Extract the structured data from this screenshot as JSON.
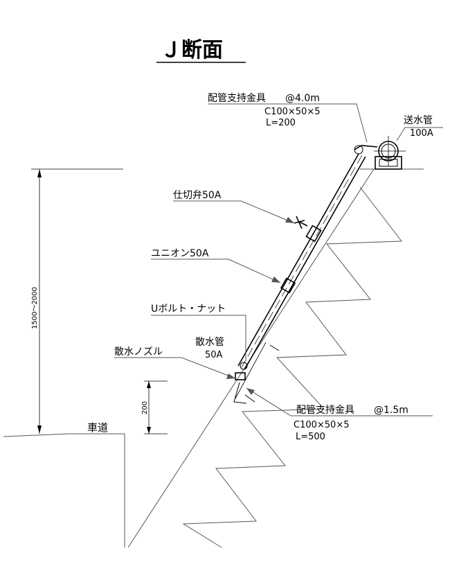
{
  "title": "Ｊ断面",
  "labels": {
    "support_top": "配管支持金具　　@4.0m",
    "support_top_spec1": "C100×50×5",
    "support_top_spec2": "L=200",
    "water_main": "送水管",
    "water_main_size": "100A",
    "gate_valve": "仕切弁50A",
    "union": "ユニオン50A",
    "ubolt": "Uボルト・ナット",
    "spray_pipe": "散水管",
    "spray_pipe_size": "50A",
    "nozzle": "散水ノズル",
    "support_bottom": "配管支持金具　　@1.5m",
    "support_bottom_spec1": "C100×50×5",
    "support_bottom_spec2": "L=500",
    "road": "車道",
    "dim_height": "1500～2000",
    "dim_200": "200"
  }
}
